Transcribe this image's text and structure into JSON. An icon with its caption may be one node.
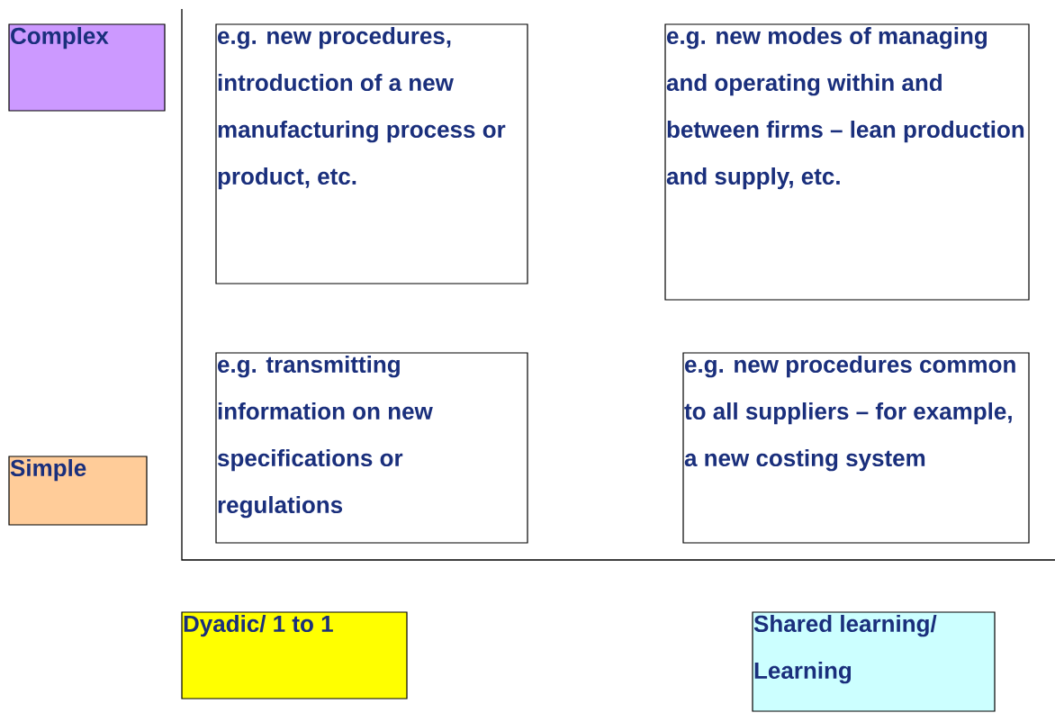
{
  "diagram": {
    "nodes": [
      {
        "text": [
          "Complex"
        ]
      },
      {
        "text": [
          "e.g. new procedures, introduction of a new manufacturing process or product, etc."
        ]
      },
      {
        "text": [
          "e.g. new modes of managing and operating within and between firms – lean production and supply, etc."
        ]
      },
      {
        "text": [
          "e.g. transmitting information on new specifications or regulations"
        ]
      },
      {
        "text": [
          "e.g. new procedures common to all suppliers – for example, a new costing system"
        ]
      },
      {
        "text": [
          "Simple"
        ]
      },
      {
        "text": [
          "Dyadic/ 1 to 1"
        ]
      },
      {
        "text": [
          "Shared learning/ Learning"
        ]
      }
    ]
  }
}
